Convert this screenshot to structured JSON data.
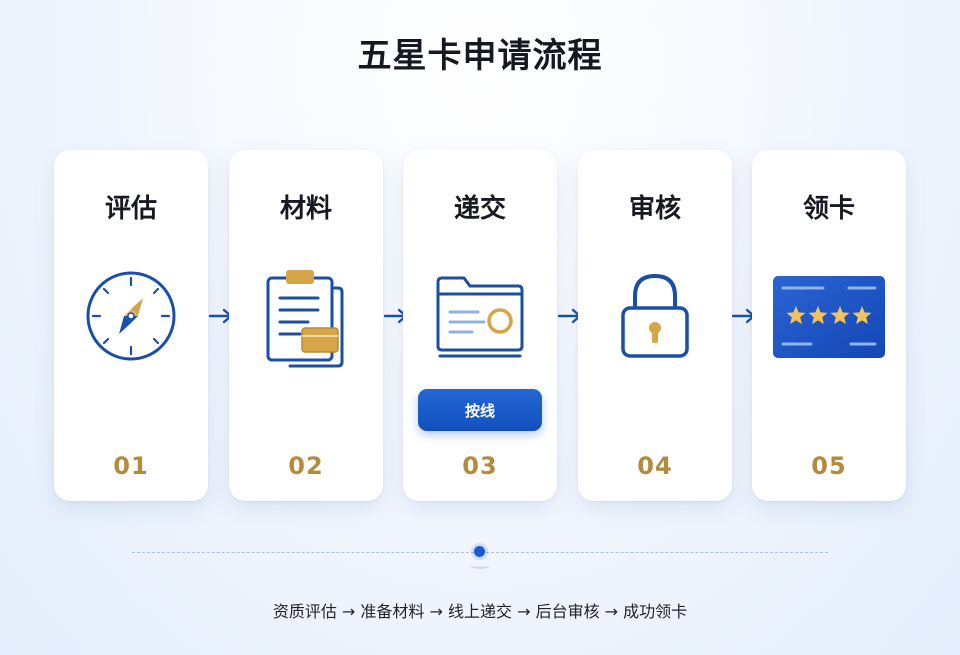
{
  "title": "五星卡申请流程",
  "steps": [
    {
      "label": "评估",
      "number": "01",
      "icon": "compass-icon"
    },
    {
      "label": "材料",
      "number": "02",
      "icon": "clipboard-document-icon"
    },
    {
      "label": "递交",
      "number": "03",
      "icon": "folder-form-icon",
      "button_label": "按线"
    },
    {
      "label": "审核",
      "number": "04",
      "icon": "padlock-icon"
    },
    {
      "label": "领卡",
      "number": "05",
      "icon": "five-star-card-icon"
    }
  ],
  "summary": "资质评估 → 准备材料 → 线上递交 → 后台审核 → 成功领卡",
  "colors": {
    "primary_blue": "#1a4fa8",
    "accent_gold": "#d6a548",
    "number_gold": "#b48a3c",
    "button_blue": "#1a5ad0"
  }
}
